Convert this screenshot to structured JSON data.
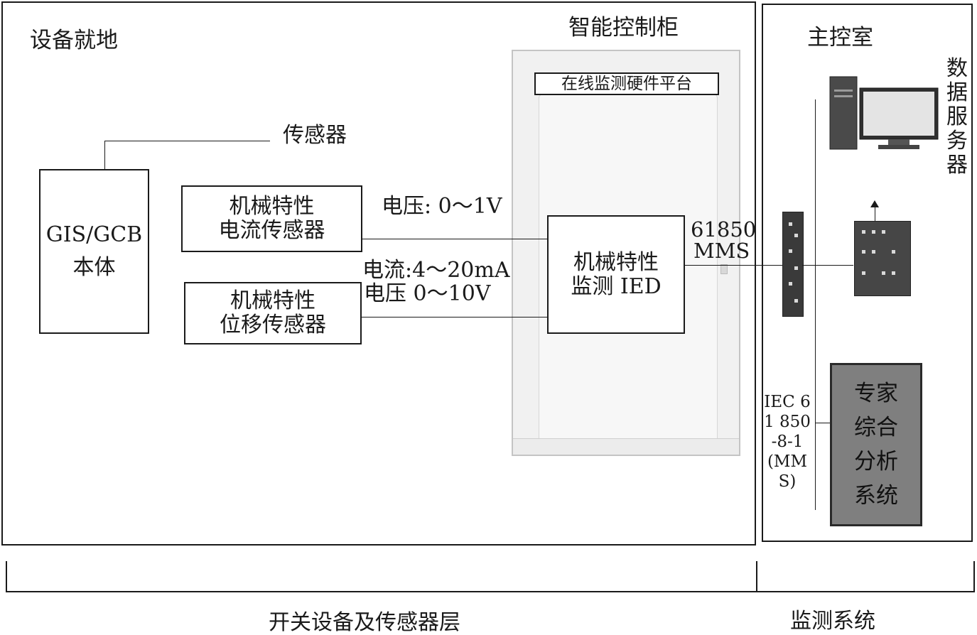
{
  "zones": {
    "field": "设备就地",
    "cabinet": "智能控制柜",
    "control_room": "主控室"
  },
  "cabinet_platform": "在线监测硬件平台",
  "gis_body": {
    "line1": "GIS/GCB",
    "line2": "本体"
  },
  "sensor_label": "传感器",
  "current_sensor": {
    "line1": "机械特性",
    "line2": "电流传感器"
  },
  "displacement_sensor": {
    "line1": "机械特性",
    "line2": "位移传感器"
  },
  "signals": {
    "current_sensor_signal": "电压: 0～1V",
    "displacement_line1": "电流:4～20mA",
    "displacement_line2": "电压 0～10V"
  },
  "ied": {
    "line1": "机械特性",
    "line2": "监测 IED"
  },
  "protocol_ied": {
    "line1": "61850",
    "line2": "MMS"
  },
  "data_server": "数据服务器",
  "protocol_bus": "IEC 61 850-8-1(MM S)",
  "expert_system": "专家综合分析系统",
  "layers": {
    "left": "开关设备及传感器层",
    "right": "监测系统"
  },
  "colors": {
    "line": "#1a1a1a",
    "expert_fill": "#7f7f7f",
    "cabinet_fill": "#f1f1f1"
  }
}
